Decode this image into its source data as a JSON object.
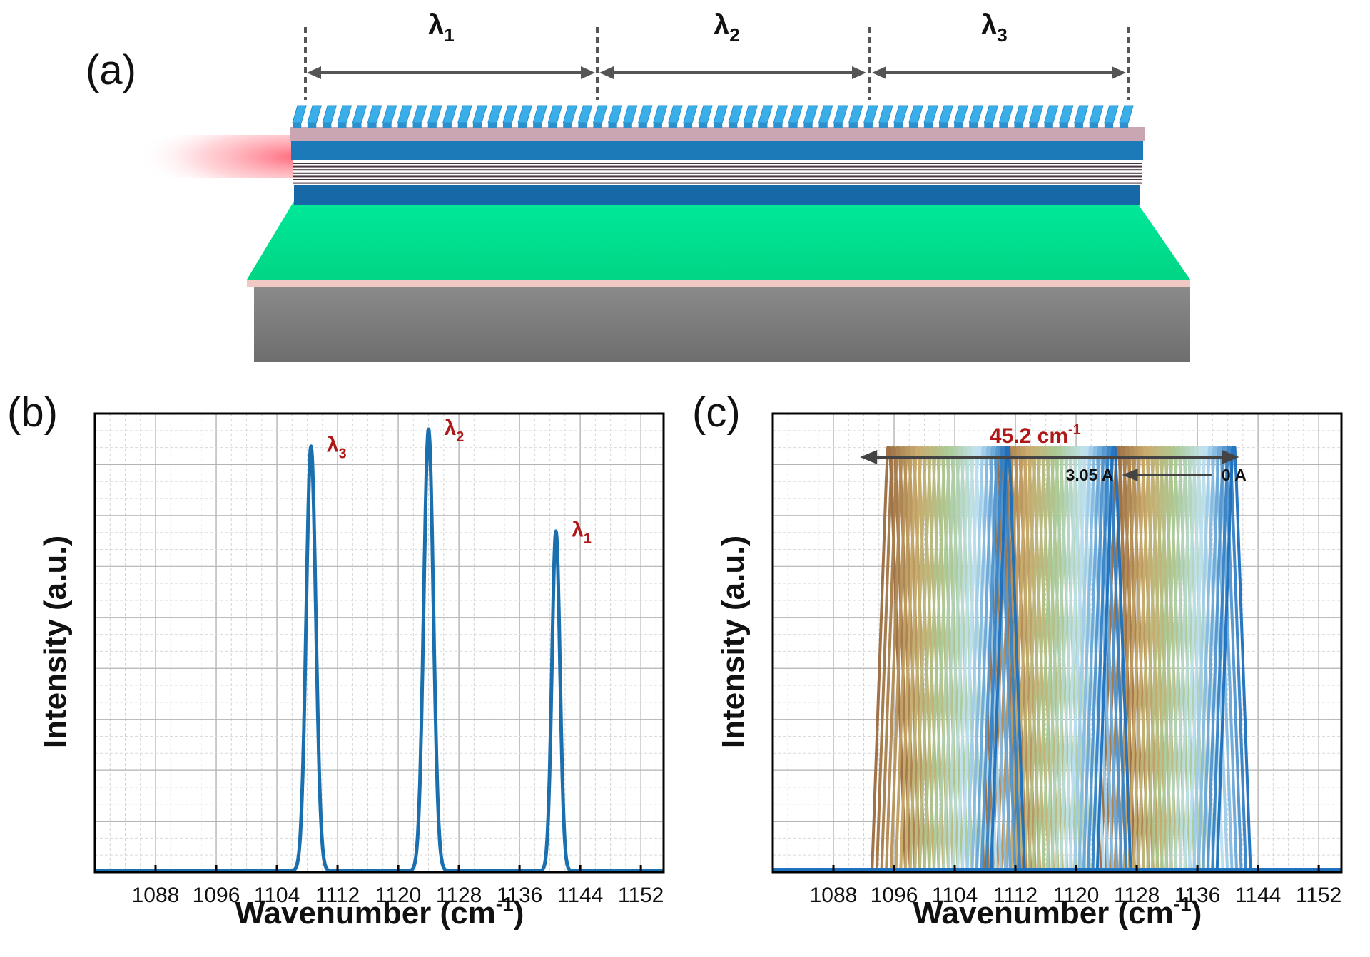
{
  "panels": {
    "a": {
      "label": "(a)"
    },
    "b": {
      "label": "(b)"
    },
    "c": {
      "label": "(c)"
    }
  },
  "device": {
    "sections": [
      {
        "base": "λ",
        "sub": "1"
      },
      {
        "base": "λ",
        "sub": "2"
      },
      {
        "base": "λ",
        "sub": "3"
      }
    ],
    "colors": {
      "grating": "#3aaee8",
      "cladding": "#1d7ab8",
      "substrate_top": "#00e08c",
      "substrate_side": "#7a7a7a",
      "beam": "#ff5a6e"
    }
  },
  "chart_data": [
    {
      "id": "b",
      "type": "line",
      "xlabel": "Wavenumber (cm",
      "xlabel_sup": "-1",
      "xlabel_end": ")",
      "ylabel": "Intensity (a.u.)",
      "xlim": [
        1080,
        1155
      ],
      "ylim": [
        0,
        1.08
      ],
      "xticks": [
        1088,
        1096,
        1104,
        1112,
        1120,
        1128,
        1136,
        1144,
        1152
      ],
      "grid": true,
      "line_color": "#1a6fae",
      "peaks": [
        {
          "x": 1108.5,
          "height": 1.0,
          "width": 0.9
        },
        {
          "x": 1124.0,
          "height": 1.04,
          "width": 0.9
        },
        {
          "x": 1140.8,
          "height": 0.8,
          "width": 0.75
        }
      ],
      "annotations": [
        {
          "base": "λ",
          "sub": "3",
          "x": 1108.5,
          "y": 1.0
        },
        {
          "base": "λ",
          "sub": "2",
          "x": 1124.0,
          "y": 1.04
        },
        {
          "base": "λ",
          "sub": "1",
          "x": 1140.8,
          "y": 0.8
        }
      ]
    },
    {
      "id": "c",
      "type": "line",
      "xlabel": "Wavenumber (cm",
      "xlabel_sup": "-1",
      "xlabel_end": ")",
      "ylabel": "Intensity (a.u.)",
      "xlim": [
        1080,
        1155
      ],
      "ylim": [
        0,
        1.08
      ],
      "xticks": [
        1088,
        1096,
        1104,
        1112,
        1120,
        1128,
        1136,
        1144,
        1152
      ],
      "grid": true,
      "series_groups": [
        {
          "start": 1095.3,
          "end": 1111.0
        },
        {
          "start": 1110.0,
          "end": 1125.0
        },
        {
          "start": 1125.5,
          "end": 1140.8
        }
      ],
      "series_per_group": 26,
      "plateau": 1.0,
      "color_ramp": [
        "#9a6a3e",
        "#c8a868",
        "#a8c890",
        "#bfe2f2",
        "#1a6fbe"
      ],
      "annotations": {
        "span_text": "45.2 cm",
        "span_sup": "-1",
        "span_from": 1091.5,
        "span_to": 1141.5,
        "current_start": "3.05 A",
        "current_end": "0 A"
      }
    }
  ]
}
